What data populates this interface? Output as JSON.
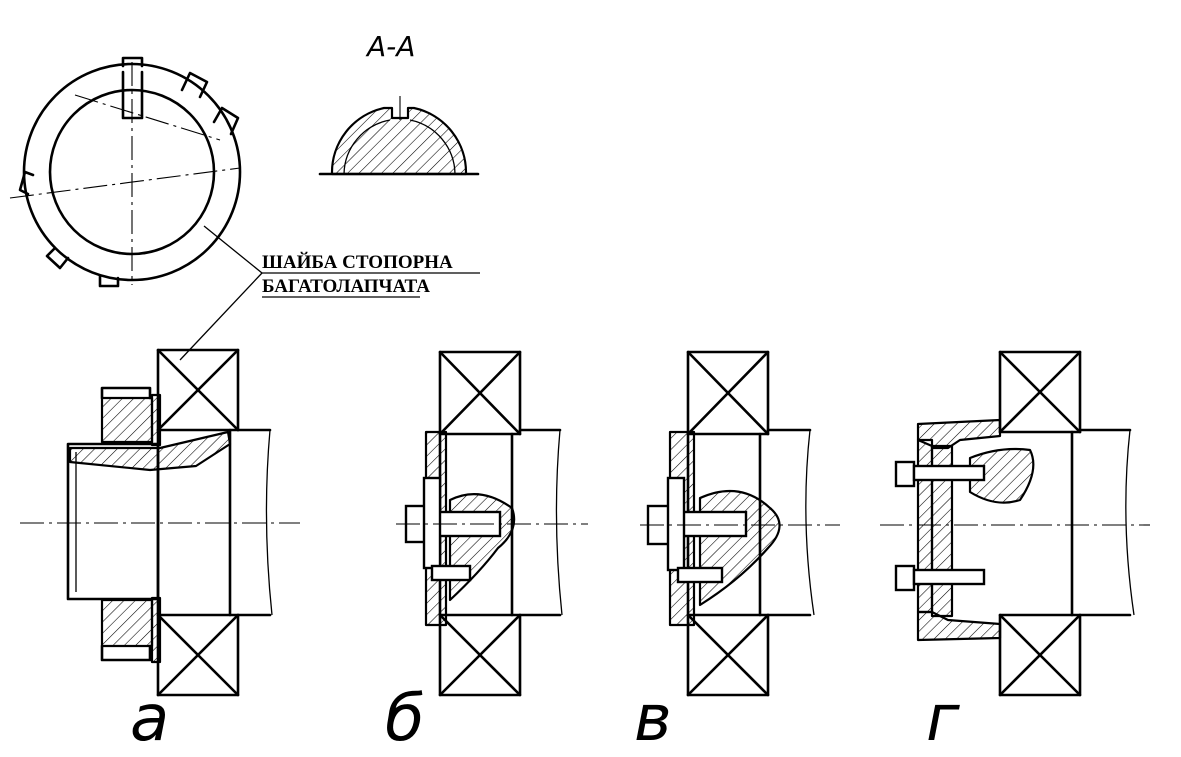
{
  "section_label": "А-А",
  "callout": {
    "line1": "ШАЙБА СТОПОРНА",
    "line2": "БАГАТОЛАПЧАТА"
  },
  "variants": [
    {
      "key": "a",
      "label": "а"
    },
    {
      "key": "b",
      "label": "б"
    },
    {
      "key": "v",
      "label": "в"
    },
    {
      "key": "g",
      "label": "г"
    }
  ]
}
